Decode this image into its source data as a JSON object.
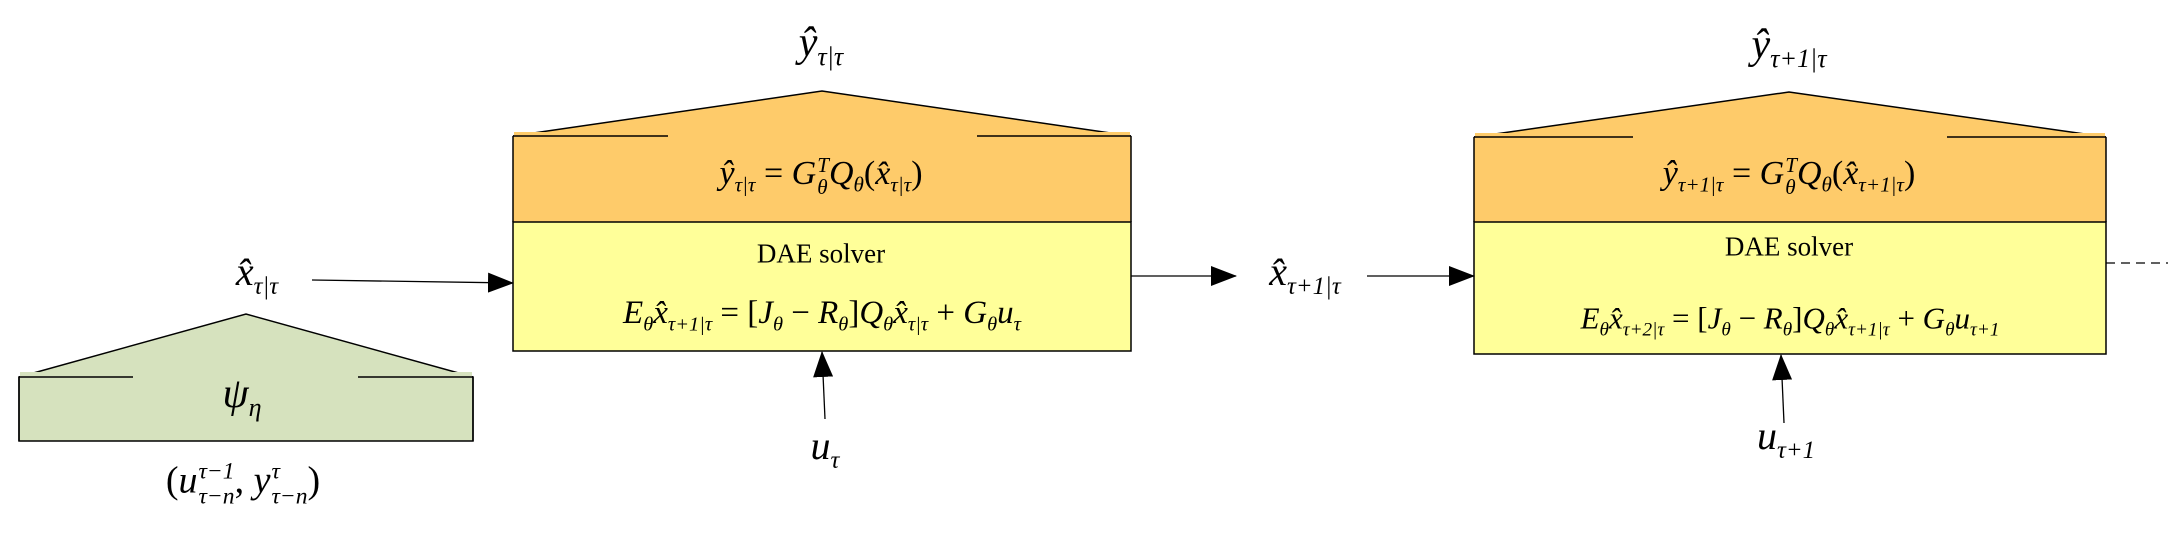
{
  "colors": {
    "output_block": "#FECB6A",
    "solver_block": "#FFFF99",
    "encoder_block": "#D6E2BE",
    "stroke": "#000000"
  },
  "labels": {
    "dae_solver": "DAE solver",
    "x_in": [
      {
        "t": "x̂",
        "sub": "τ|τ"
      }
    ],
    "x_next": [
      {
        "t": "x̂",
        "sub": "τ+1|τ"
      }
    ],
    "y_out_1": [
      {
        "t": "ŷ",
        "sub": "τ|τ"
      }
    ],
    "y_out_2": [
      {
        "t": "ŷ",
        "sub": "τ+1|τ"
      }
    ],
    "u_1": [
      {
        "t": "u",
        "sub": "τ"
      }
    ],
    "u_2": [
      {
        "t": "u",
        "sub": "τ+1"
      }
    ],
    "psi": [
      {
        "t": "ψ",
        "sub": "η"
      }
    ],
    "history": [
      {
        "t": "(",
        "up": true
      },
      {
        "t": "u",
        "sub": "τ−n",
        "sup": "τ−1"
      },
      {
        "t": ", ",
        "up": true
      },
      {
        "t": "y",
        "sub": "τ−n",
        "sup": "τ"
      },
      {
        "t": ")",
        "up": true
      }
    ],
    "output_eq_1": [
      {
        "t": "ŷ",
        "sub": "τ|τ"
      },
      {
        "t": " = ",
        "up": true
      },
      {
        "t": "G",
        "sub": "θ",
        "sup": "T"
      },
      {
        "t": "Q",
        "sub": "θ"
      },
      {
        "t": "(",
        "up": true
      },
      {
        "t": "x̂",
        "sub": "τ|τ"
      },
      {
        "t": ")",
        "up": true
      }
    ],
    "output_eq_2": [
      {
        "t": "ŷ",
        "sub": "τ+1|τ"
      },
      {
        "t": " = ",
        "up": true
      },
      {
        "t": "G",
        "sub": "θ",
        "sup": "T"
      },
      {
        "t": "Q",
        "sub": "θ"
      },
      {
        "t": "(",
        "up": true
      },
      {
        "t": "x̂",
        "sub": "τ+1|τ"
      },
      {
        "t": ")",
        "up": true
      }
    ],
    "solver_eq_1": [
      {
        "t": "E",
        "sub": "θ"
      },
      {
        "t": "x̂",
        "sub": "τ+1|τ"
      },
      {
        "t": " = [",
        "up": true
      },
      {
        "t": "J",
        "sub": "θ"
      },
      {
        "t": " − ",
        "up": true
      },
      {
        "t": "R",
        "sub": "θ"
      },
      {
        "t": "]",
        "up": true
      },
      {
        "t": "Q",
        "sub": "θ"
      },
      {
        "t": "x̂",
        "sub": "τ|τ"
      },
      {
        "t": " + ",
        "up": true
      },
      {
        "t": "G",
        "sub": "θ"
      },
      {
        "t": "u",
        "sub": "τ"
      }
    ],
    "solver_eq_2": [
      {
        "t": "E",
        "sub": "θ"
      },
      {
        "t": "x̂",
        "sub": "τ+2|τ"
      },
      {
        "t": " = [",
        "up": true
      },
      {
        "t": "J",
        "sub": "θ"
      },
      {
        "t": " − ",
        "up": true
      },
      {
        "t": "R",
        "sub": "θ"
      },
      {
        "t": "]",
        "up": true
      },
      {
        "t": "Q",
        "sub": "θ"
      },
      {
        "t": "x̂",
        "sub": "τ+1|τ"
      },
      {
        "t": " + ",
        "up": true
      },
      {
        "t": "G",
        "sub": "θ"
      },
      {
        "t": "u",
        "sub": "τ+1"
      }
    ]
  }
}
